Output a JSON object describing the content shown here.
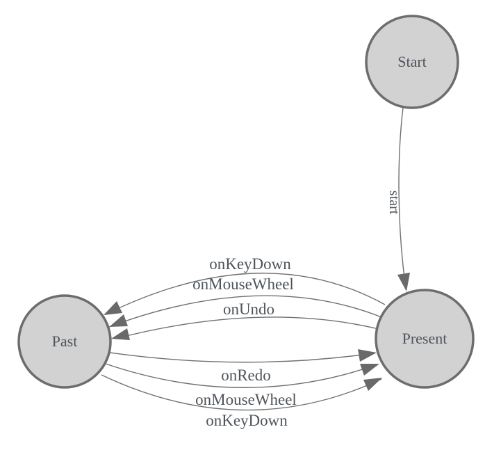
{
  "diagram": {
    "type": "state-machine",
    "background": "#ffffff",
    "colors": {
      "node_fill": "#d2d2d2",
      "node_border": "#6d6d6d",
      "edge_line": "#707070",
      "arrowhead": "#696969",
      "label_text": "#4e545a"
    },
    "nodes": [
      {
        "id": "start",
        "label": "Start"
      },
      {
        "id": "past",
        "label": "Past"
      },
      {
        "id": "present",
        "label": "Present"
      }
    ],
    "edges": [
      {
        "from": "start",
        "to": "present",
        "label": "start"
      },
      {
        "from": "present",
        "to": "past",
        "label": "onKeyDown"
      },
      {
        "from": "present",
        "to": "past",
        "label": "onMouseWheel"
      },
      {
        "from": "present",
        "to": "past",
        "label": "onUndo"
      },
      {
        "from": "past",
        "to": "present",
        "label": "onRedo"
      },
      {
        "from": "past",
        "to": "present",
        "label": "onMouseWheel"
      },
      {
        "from": "past",
        "to": "present",
        "label": "onKeyDown"
      }
    ]
  }
}
